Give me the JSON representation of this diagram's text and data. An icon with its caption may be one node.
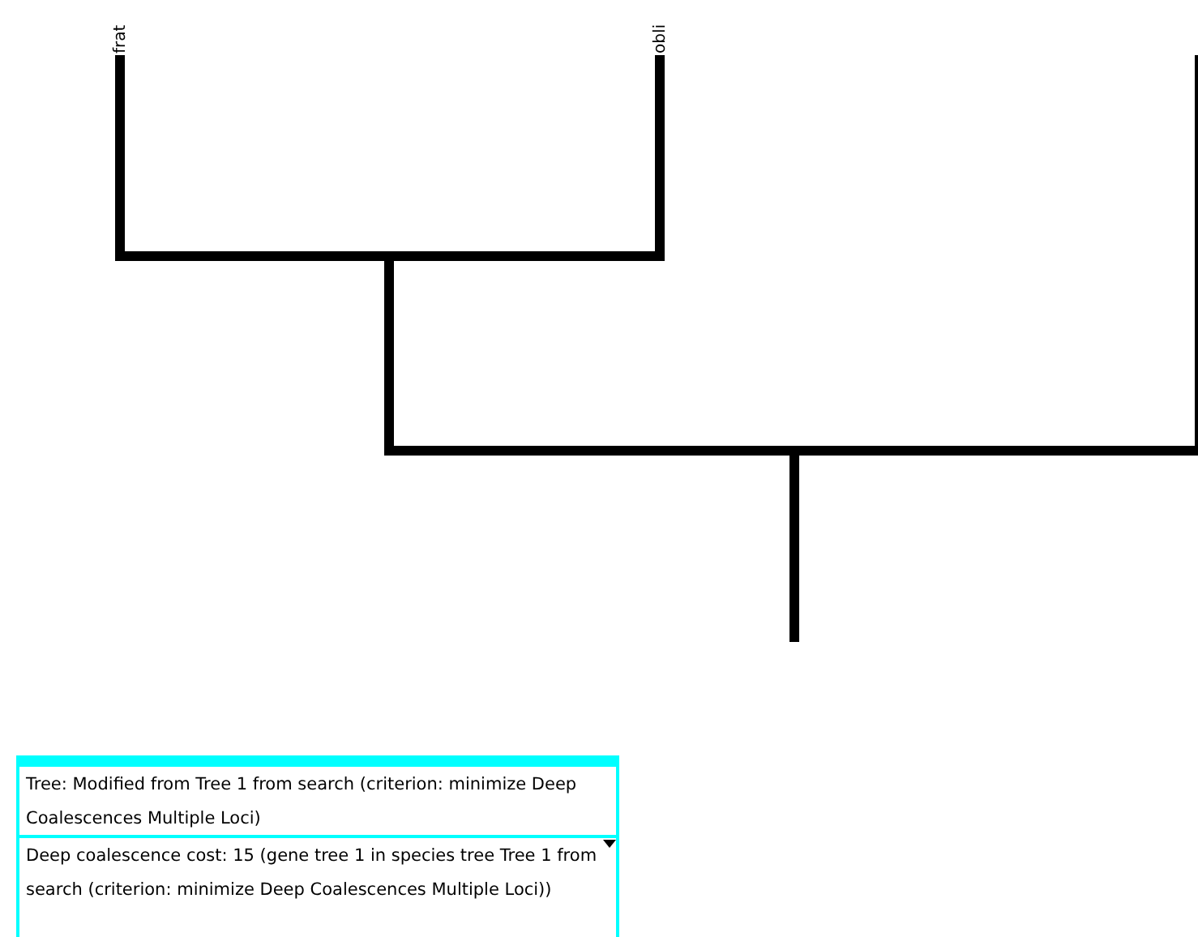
{
  "diagram": {
    "nodes": [
      {
        "text": [
          "Tree: Modified from Tree 1 from search (criterion: minimize Deep Coalescences Multiple Loci)"
        ]
      },
      {
        "text": [
          "Deep coalescence cost: 15 (gene tree 1 in species tree Tree 1 from search (criterion: minimize Deep Coalescences Multiple Loci))"
        ]
      }
    ],
    "labels": [
      "frat",
      "obli"
    ]
  }
}
